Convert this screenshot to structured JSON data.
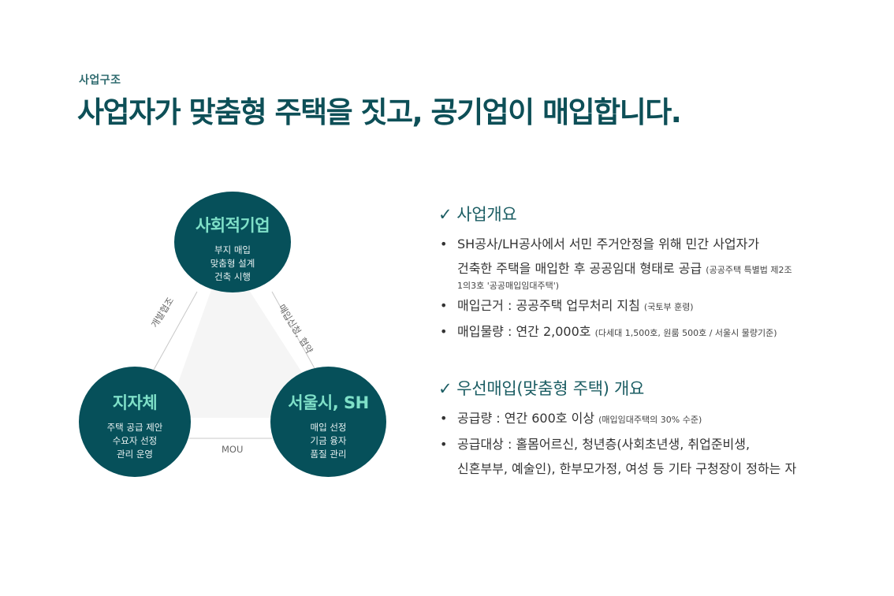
{
  "header": {
    "eyebrow": "사업구조",
    "headline": "사업자가 맞춤형 주택을 짓고, 공기업이 매입합니다."
  },
  "diagram": {
    "nodes": {
      "top": {
        "title": "사회적기업",
        "lines": [
          "부지 매입",
          "맞춤형 설계",
          "건축 시행"
        ]
      },
      "left": {
        "title": "지자체",
        "lines": [
          "주택 공급 제안",
          "수요자 선정",
          "관리 운영"
        ]
      },
      "right": {
        "title": "서울시, SH",
        "lines": [
          "매입 선정",
          "기금 융자",
          "품질 관리"
        ]
      }
    },
    "edges": {
      "left": "개발협조",
      "right": "매입신청, 협약",
      "bottom": "MOU"
    }
  },
  "overview": {
    "title": "사업개요",
    "check": "✓",
    "items": [
      {
        "line1": "SH공사/LH공사에서 서민 주거안정을 위해 민간 사업자가",
        "line2": "건축한 주택을 매입한 후 공공임대 형태로 공급",
        "line2_small": "(공공주택 특별법 제2조",
        "line3_small": "1의3호 '공공매입임대주택')"
      },
      {
        "text": "매입근거 : 공공주택 업무처리 지침",
        "small": "(국토부 훈령)"
      },
      {
        "text": "매입물량 : 연간 2,000호",
        "small": "(다세대 1,500호, 원룸 500호 / 서울시 물량기준)"
      }
    ]
  },
  "priority": {
    "title": "우선매입(맞춤형 주택) 개요",
    "check": "✓",
    "items": [
      {
        "text": "공급량 : 연간 600호 이상",
        "small": "(매입임대주택의 30% 수준)"
      },
      {
        "line1": "공급대상 : 홀몸어르신, 청년층(사회초년생, 취업준비생,",
        "line2": "신혼부부, 예술인), 한부모가정, 여성 등 기타 구청장이 정하는 자"
      }
    ]
  },
  "colors": {
    "node_fill": "#06505a",
    "node_title": "#7fe0c8",
    "headline": "#0d4f57",
    "accent": "#1b5d63"
  }
}
